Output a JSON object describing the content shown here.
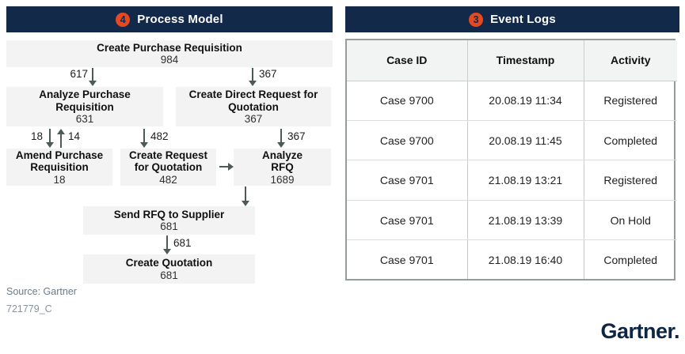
{
  "colors": {
    "navy": "#12294a",
    "orange": "#e8481f",
    "node_bg": "#f3f3f3",
    "arrow": "#4d5a58"
  },
  "process_model": {
    "badge": "4",
    "title": "Process Model",
    "nodes": {
      "create_pr": {
        "label": "Create Purchase Requisition",
        "count": "984"
      },
      "analyze_pr": {
        "label": "Analyze Purchase Requisition",
        "count": "631"
      },
      "create_direct_rfq": {
        "label": "Create Direct Request for Quotation",
        "count": "367"
      },
      "amend_pr": {
        "label": "Amend Purchase Requisition",
        "count": "18"
      },
      "create_rfq": {
        "label": "Create Request for Quotation",
        "count": "482"
      },
      "analyze_rfq": {
        "label": "Analyze RFQ",
        "count": "1689"
      },
      "send_rfq": {
        "label": "Send RFQ to Supplier",
        "count": "681"
      },
      "create_quotation": {
        "label": "Create Quotation",
        "count": "681"
      }
    },
    "flows": {
      "pr_to_analyze": "617",
      "pr_to_direct": "367",
      "analyze_to_amend": "18",
      "amend_to_analyze": "14",
      "analyze_to_create_rfq": "482",
      "direct_to_analyze_rfq": "367",
      "send_to_quotation": "681"
    }
  },
  "event_logs": {
    "badge": "3",
    "title": "Event Logs",
    "columns": [
      "Case ID",
      "Timestamp",
      "Activity"
    ],
    "rows": [
      [
        "Case 9700",
        "20.08.19 11:34",
        "Registered"
      ],
      [
        "Case 9700",
        "20.08.19 11:45",
        "Completed"
      ],
      [
        "Case 9701",
        "21.08.19 13:21",
        "Registered"
      ],
      [
        "Case 9701",
        "21.08.19 13:39",
        "On Hold"
      ],
      [
        "Case 9701",
        "21.08.19 16:40",
        "Completed"
      ]
    ]
  },
  "footer": {
    "source": "Source: Gartner",
    "doc_id": "721779_C",
    "logo": "Gartner."
  }
}
